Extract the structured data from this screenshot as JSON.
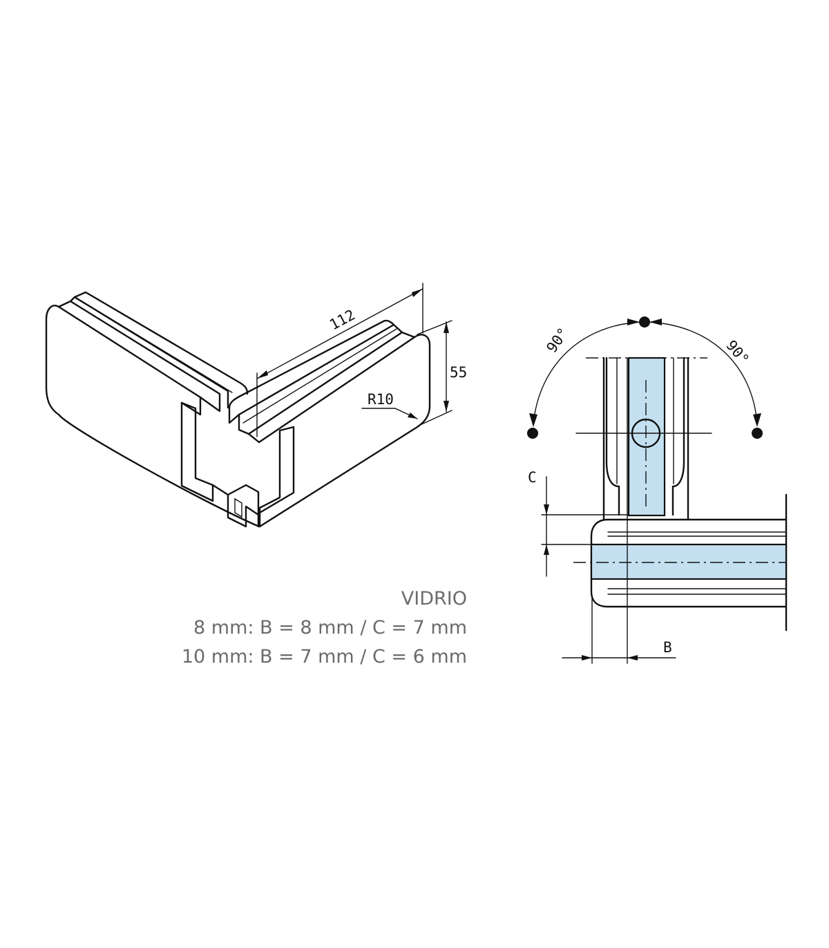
{
  "left_drawing": {
    "dim_length": "112",
    "dim_height": "55",
    "dim_radius": "R10"
  },
  "right_drawing": {
    "angle_left": "90°",
    "angle_right": "90°",
    "dim_c": "C",
    "dim_b": "B"
  },
  "spec": {
    "heading": "VIDRIO",
    "line_8mm": "8 mm: B = 8 mm / C = 7 mm",
    "line_10mm": "10 mm:  B = 7 mm / C = 6 mm"
  },
  "colors": {
    "glass": "#c4e0f0",
    "spec_text": "#6b6b6b"
  }
}
